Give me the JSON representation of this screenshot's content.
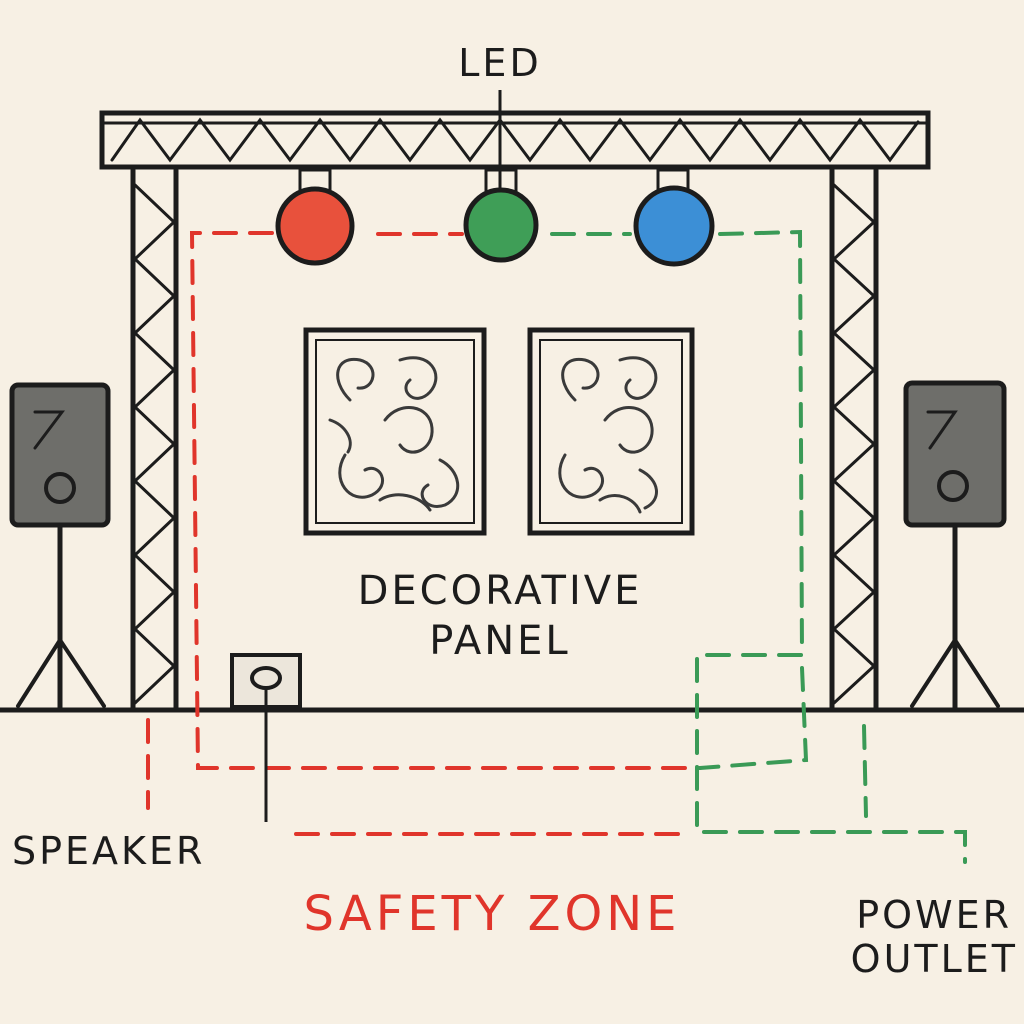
{
  "labels": {
    "led": "LED",
    "decorative_panel_line1": "DECORATIVE",
    "decorative_panel_line2": "PANEL",
    "speaker": "SPEAKER",
    "safety_zone": "SAFETY ZONE",
    "power_outlet_line1": "POWER",
    "power_outlet_line2": "OUTLET"
  },
  "led_lights": [
    {
      "name": "red-led",
      "color": "#e8513c"
    },
    {
      "name": "green-led",
      "color": "#3f9e57"
    },
    {
      "name": "blue-led",
      "color": "#3c8fd6"
    }
  ],
  "colors": {
    "background": "#f7f0e4",
    "ink": "#1c1c1c",
    "safety_zone": "#e0352b",
    "power_line": "#3a9a56",
    "speaker_body": "#6e6e6a"
  }
}
